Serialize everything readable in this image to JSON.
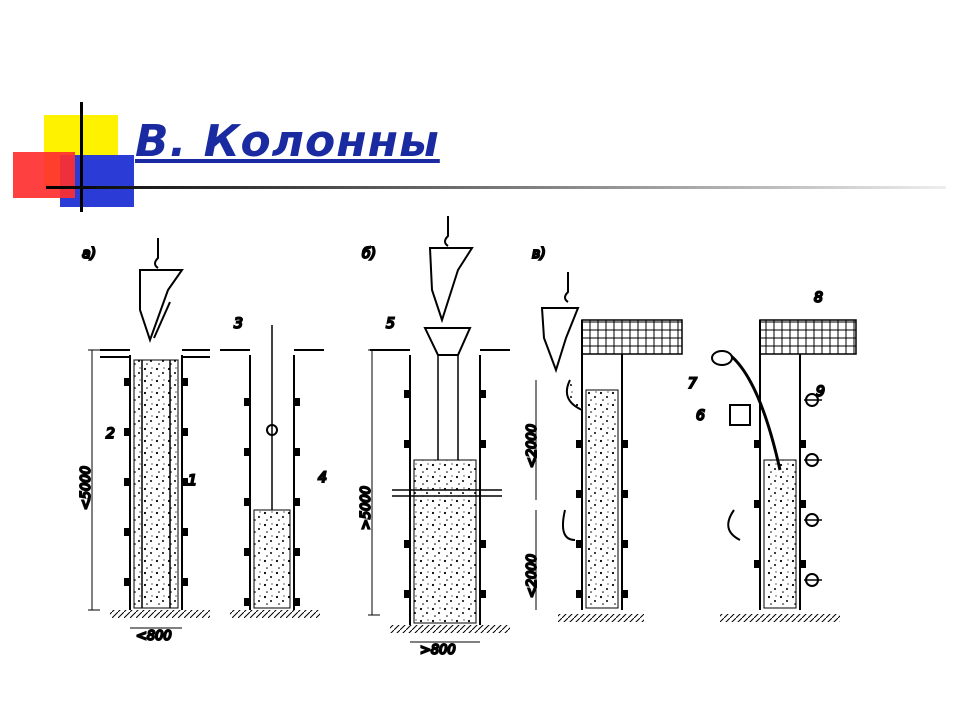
{
  "slide": {
    "title": "В. Колонны",
    "accent_colors": {
      "title": "#1a2aa0",
      "yellow": "#fff200",
      "blue": "#2a3bd6",
      "red": "#ff3030"
    }
  },
  "figure": {
    "panels": [
      "а)",
      "б)",
      "в)"
    ],
    "callouts": [
      "1",
      "2",
      "3",
      "4",
      "5",
      "6",
      "7",
      "8",
      "9"
    ],
    "dimensions": {
      "a_height": "<5000",
      "a_width": "<800",
      "b_height": ">5000",
      "b_width": ">800",
      "c_upper": "<2000",
      "c_lower": "<2000"
    }
  }
}
